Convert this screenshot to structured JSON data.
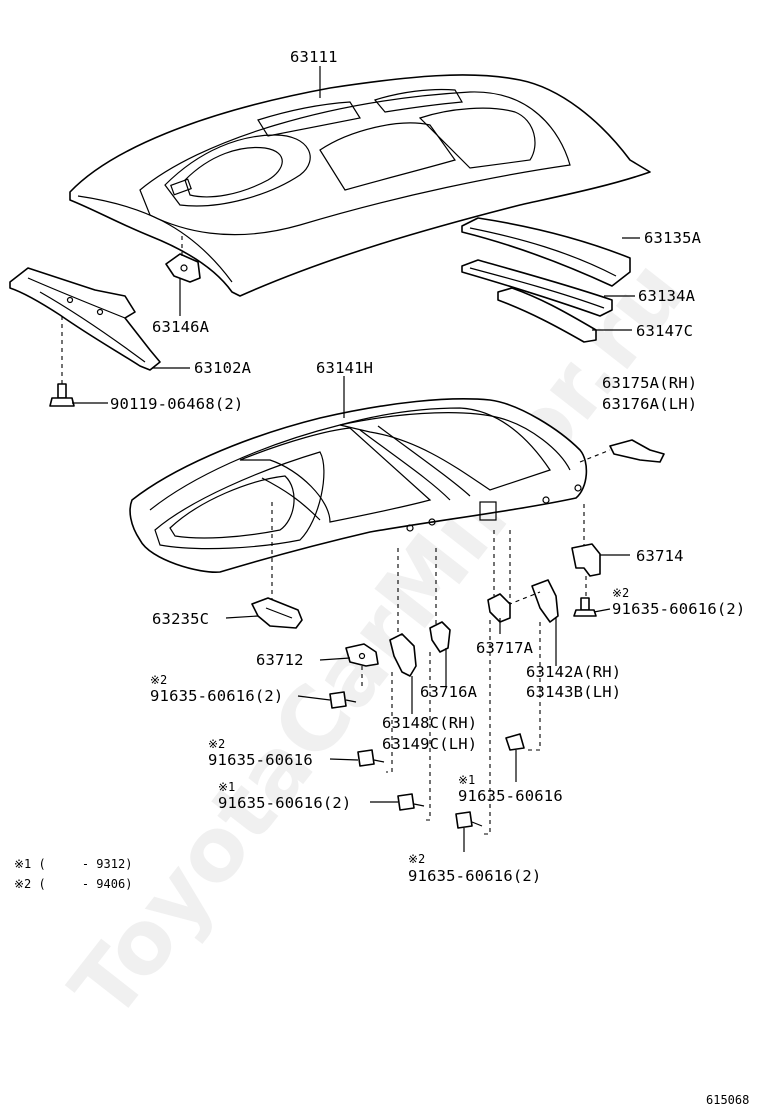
{
  "labels": {
    "p63111": "63111",
    "p63135A": "63135A",
    "p63134A": "63134A",
    "p63147C": "63147C",
    "p63146A": "63146A",
    "p63102A": "63102A",
    "p90119": "90119-06468(2)",
    "p63141H": "63141H",
    "p63175A": "63175A(RH)",
    "p63176A": "63176A(LH)",
    "p63714": "63714",
    "p63235C": "63235C",
    "mark_a": "※2",
    "p91635_a": "91635-60616(2)",
    "p63712": "63712",
    "p63717A": "63717A",
    "p63142A": "63142A(RH)",
    "p63143B": "63143B(LH)",
    "mark_b": "※2",
    "p91635_b": "91635-60616(2)",
    "p63716A": "63716A",
    "p63148C": "63148C(RH)",
    "p63149C": "63149C(LH)",
    "mark_c": "※2",
    "p91635_c": "91635-60616",
    "mark_d": "※1",
    "p91635_d": "91635-60616",
    "mark_e": "※1",
    "p91635_e": "91635-60616(2)",
    "mark_f": "※2",
    "p91635_f": "91635-60616(2)"
  },
  "notes": {
    "n1": "※1 (     - 9312)",
    "n2": "※2 (     - 9406)"
  },
  "diagram_id": "615068",
  "watermark": "ToyotaCarMirror.ru"
}
